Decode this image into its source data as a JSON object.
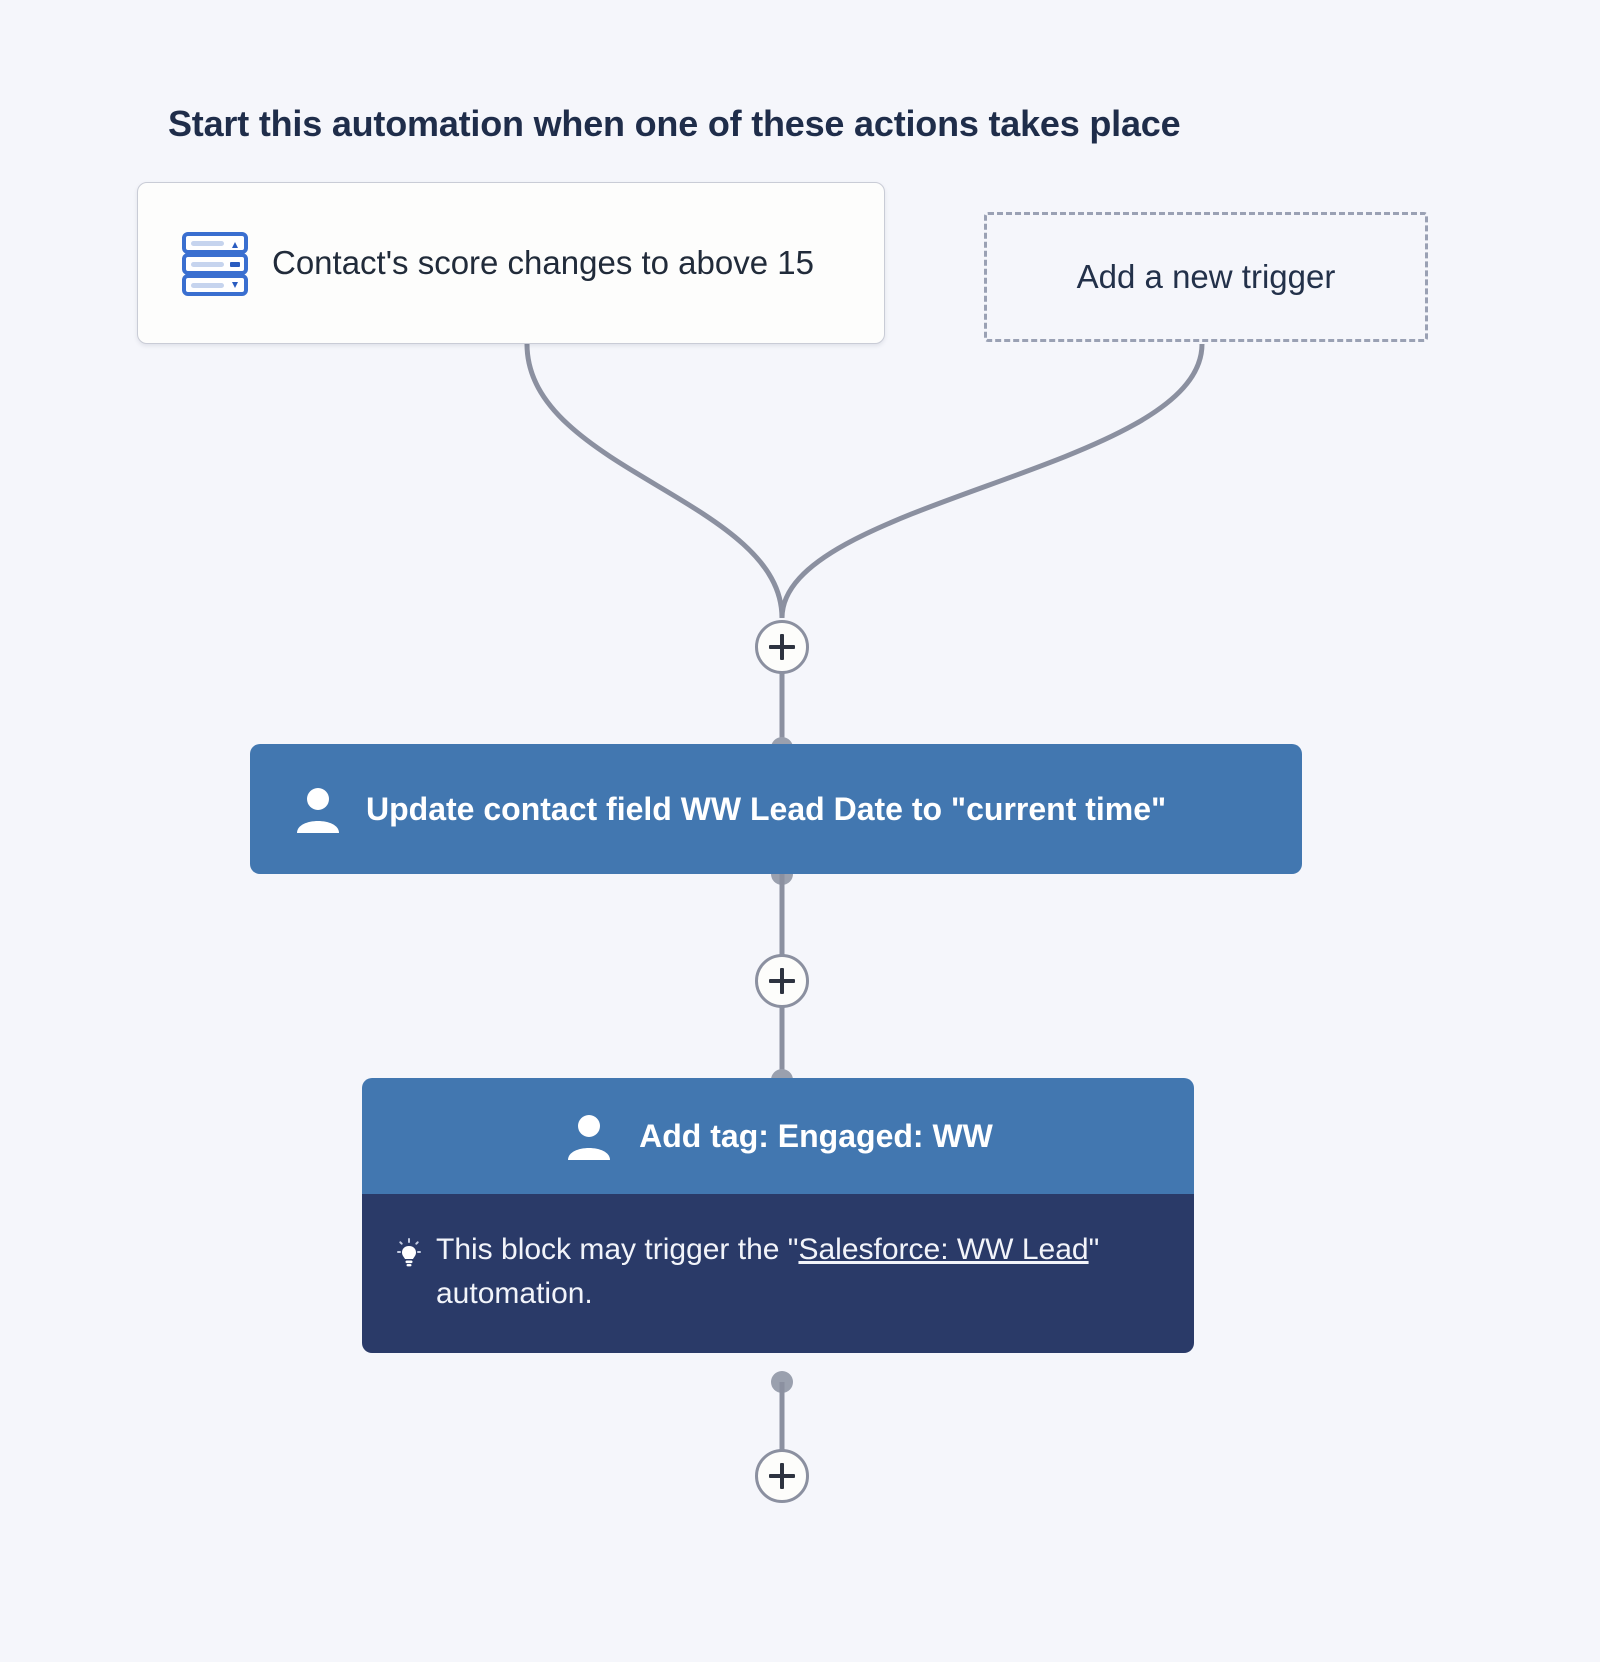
{
  "heading": "Start this automation when one of these actions takes place",
  "colors": {
    "canvas_background": "#f5f6fb",
    "action_block_blue": "#4277b0",
    "notice_navy": "#2a3a68",
    "trigger_icon_blue": "#3a6fd0",
    "connector_gray": "#8b90a0",
    "heading_text": "#1f2d4a"
  },
  "triggers": [
    {
      "icon": "score-list-icon",
      "label": "Contact's score changes to above 15",
      "style": "solid"
    },
    {
      "icon": "none",
      "label": "Add a new trigger",
      "style": "dashed"
    }
  ],
  "add_buttons": [
    {
      "label": "+",
      "name": "add-step-button-1"
    },
    {
      "label": "+",
      "name": "add-step-button-2"
    },
    {
      "label": "+",
      "name": "add-step-button-3"
    }
  ],
  "actions": [
    {
      "icon": "contact-person-icon",
      "label": "Update contact field WW Lead Date to \"current time\""
    },
    {
      "icon": "contact-person-icon",
      "label": "Add tag: Engaged: WW",
      "notice": {
        "icon": "lightbulb-icon",
        "prefix": "This block may trigger the \"",
        "link": "Salesforce: WW Lead",
        "suffix": "\" automation."
      }
    }
  ]
}
